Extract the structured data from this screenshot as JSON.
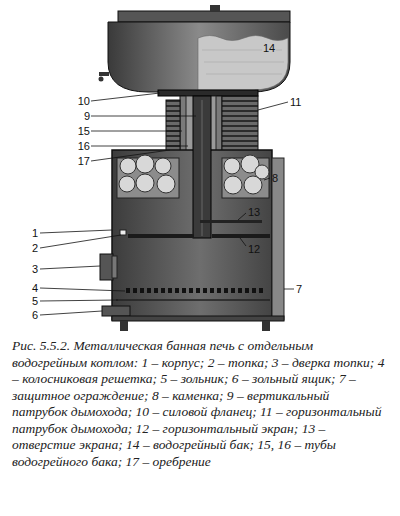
{
  "diagram": {
    "caption": "Рис. 5.5.2. Металлическая банная печь с отдельным водогрейным котлом: 1 – корпус; 2 – топка; 3 – дверка топки; 4 – колосниковая решетка; 5 – зольник; 6 – зольный ящик; 7 – защитное ограждение; 8 – каменка; 9 – вертикальный патрубок дымохода; 10 – силовой фланец; 11 – горизонтальный патрубок дымохода; 12 – горизонтальный экран; 13 – отверстие экрана; 14 – водогрейный бак; 15, 16 – тубы водогрейного бака; 17 – оребрение",
    "labels": [
      "14",
      "10",
      "9",
      "15",
      "16",
      "17",
      "11",
      "8",
      "13",
      "12",
      "1",
      "2",
      "3",
      "4",
      "5",
      "6",
      "7"
    ]
  }
}
